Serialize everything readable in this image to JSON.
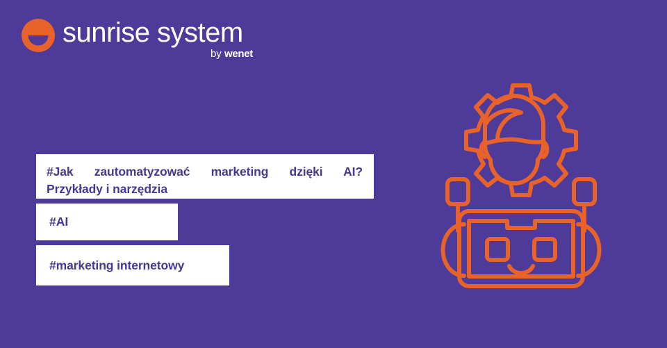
{
  "theme": {
    "background_color": "#4D3A99",
    "accent_color": "#E8622A",
    "box_background": "#FFFFFF",
    "box_text_color": "#4A3794",
    "logo_text_color": "#FFFFFF"
  },
  "logo": {
    "mark_name": "sunrise-circle-mark",
    "wordmark": "sunrise system",
    "byline_prefix": "by",
    "byline_brand": "wenet"
  },
  "tags": [
    {
      "id": "tag-title",
      "line1": "#Jak zautomatyzować marketing dzięki AI?",
      "line2": "Przykłady i narzędzia",
      "full_text": "#Jak zautomatyzować marketing dzięki AI? Przykłady i narzędzia"
    },
    {
      "id": "tag-ai",
      "line1": "#AI",
      "full_text": "#AI"
    },
    {
      "id": "tag-marketing",
      "line1": "#marketing internetowy",
      "full_text": "#marketing internetowy"
    }
  ],
  "illustration": {
    "name": "ai-robot-gear-head-illustration",
    "description": "Outline illustration of a gear containing a human face above a robot head with antennae",
    "stroke_color": "#E8622A",
    "parts": [
      "gear-wheel",
      "human-face",
      "antenna-left",
      "antenna-right",
      "robot-head",
      "robot-ear-left",
      "robot-ear-right",
      "robot-eye-left",
      "robot-eye-right",
      "robot-smile"
    ]
  }
}
